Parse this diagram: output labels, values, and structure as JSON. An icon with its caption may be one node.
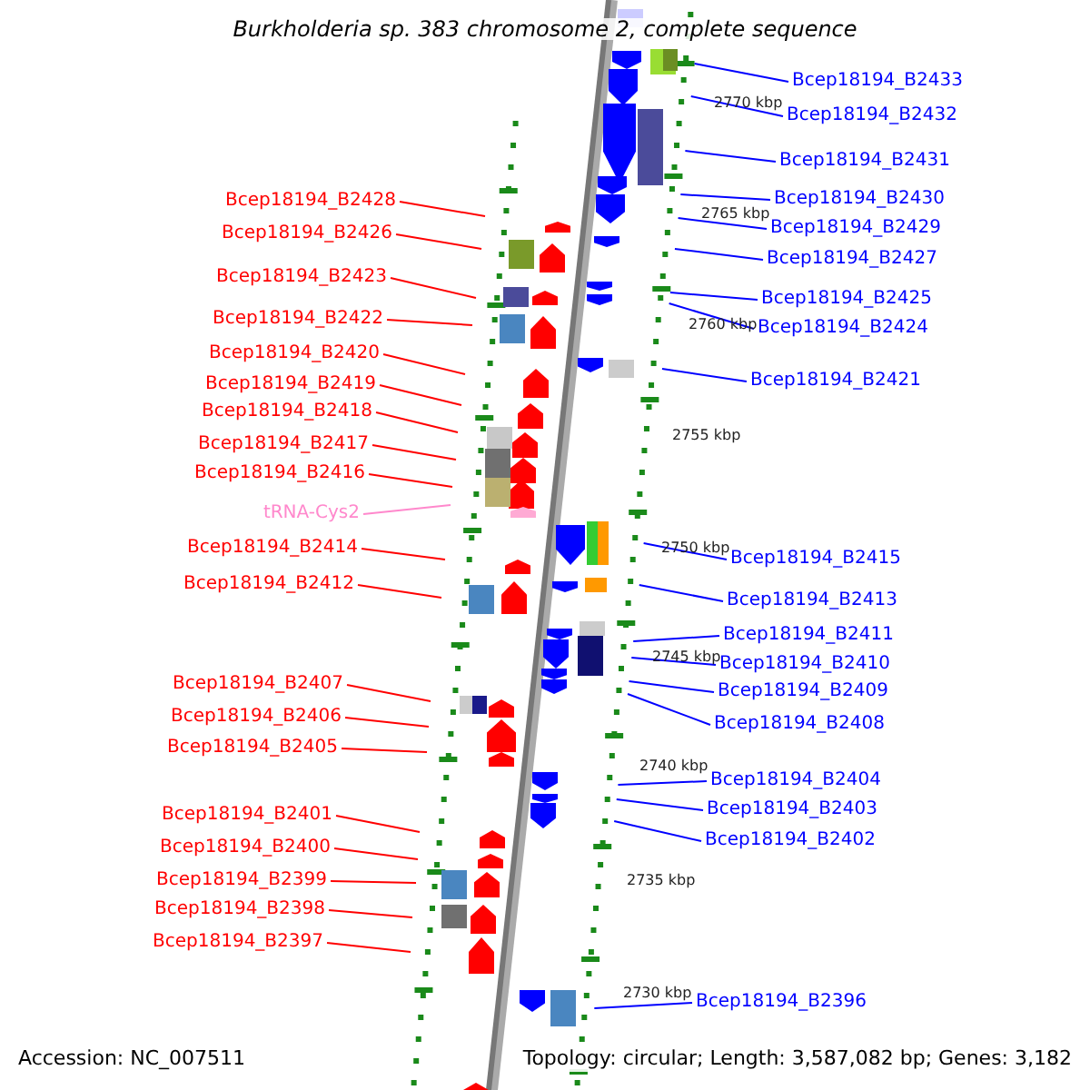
{
  "diagram": {
    "title": "Burkholderia sp. 383 chromosome 2, complete sequence",
    "nodes": [
      {
        "text": [
          "Bcep18194_B2428"
        ]
      },
      {
        "text": [
          "Bcep18194_B2426"
        ]
      },
      {
        "text": [
          "Bcep18194_B2423"
        ]
      },
      {
        "text": [
          "Bcep18194_B2422"
        ]
      },
      {
        "text": [
          "Bcep18194_B2420"
        ]
      },
      {
        "text": [
          "Bcep18194_B2419"
        ]
      },
      {
        "text": [
          "Bcep18194_B2418"
        ]
      },
      {
        "text": [
          "Bcep18194_B2417"
        ]
      },
      {
        "text": [
          "Bcep18194_B2416"
        ]
      },
      {
        "text": [
          "tRNA-Cys2"
        ]
      },
      {
        "text": [
          "Bcep18194_B2414"
        ]
      },
      {
        "text": [
          "Bcep18194_B2412"
        ]
      },
      {
        "text": [
          "Bcep18194_B2407"
        ]
      },
      {
        "text": [
          "Bcep18194_B2406"
        ]
      },
      {
        "text": [
          "Bcep18194_B2405"
        ]
      },
      {
        "text": [
          "Bcep18194_B2401"
        ]
      },
      {
        "text": [
          "Bcep18194_B2400"
        ]
      },
      {
        "text": [
          "Bcep18194_B2399"
        ]
      },
      {
        "text": [
          "Bcep18194_B2398"
        ]
      },
      {
        "text": [
          "Bcep18194_B2397"
        ]
      },
      {
        "text": [
          "Bcep18194_B2433"
        ]
      },
      {
        "text": [
          "Bcep18194_B2432"
        ]
      },
      {
        "text": [
          "Bcep18194_B2431"
        ]
      },
      {
        "text": [
          "Bcep18194_B2430"
        ]
      },
      {
        "text": [
          "Bcep18194_B2429"
        ]
      },
      {
        "text": [
          "Bcep18194_B2427"
        ]
      },
      {
        "text": [
          "Bcep18194_B2425"
        ]
      },
      {
        "text": [
          "Bcep18194_B2424"
        ]
      },
      {
        "text": [
          "Bcep18194_B2421"
        ]
      },
      {
        "text": [
          "Bcep18194_B2415"
        ]
      },
      {
        "text": [
          "Bcep18194_B2413"
        ]
      },
      {
        "text": [
          "Bcep18194_B2411"
        ]
      },
      {
        "text": [
          "Bcep18194_B2410"
        ]
      },
      {
        "text": [
          "Bcep18194_B2409"
        ]
      },
      {
        "text": [
          "Bcep18194_B2408"
        ]
      },
      {
        "text": [
          "Bcep18194_B2404"
        ]
      },
      {
        "text": [
          "Bcep18194_B2403"
        ]
      },
      {
        "text": [
          "Bcep18194_B2402"
        ]
      },
      {
        "text": [
          "Bcep18194_B2396"
        ]
      }
    ],
    "edges": [
      {
        "from": 0,
        "to": null,
        "arrow": "none"
      },
      {
        "from": 1,
        "to": null,
        "arrow": "none"
      },
      {
        "from": 2,
        "to": null,
        "arrow": "none"
      },
      {
        "from": 3,
        "to": null,
        "arrow": "none"
      },
      {
        "from": 4,
        "to": null,
        "arrow": "none"
      },
      {
        "from": 5,
        "to": null,
        "arrow": "none"
      },
      {
        "from": 6,
        "to": null,
        "arrow": "none"
      },
      {
        "from": 7,
        "to": null,
        "arrow": "none"
      },
      {
        "from": 8,
        "to": null,
        "arrow": "none"
      },
      {
        "from": 9,
        "to": null,
        "arrow": "none",
        "color": "#ff88cc"
      },
      {
        "from": 10,
        "to": null,
        "arrow": "none"
      },
      {
        "from": 11,
        "to": null,
        "arrow": "none"
      },
      {
        "from": 12,
        "to": null,
        "arrow": "none"
      },
      {
        "from": 13,
        "to": null,
        "arrow": "none"
      },
      {
        "from": 14,
        "to": null,
        "arrow": "none"
      },
      {
        "from": 15,
        "to": null,
        "arrow": "none"
      },
      {
        "from": 16,
        "to": null,
        "arrow": "none"
      },
      {
        "from": 17,
        "to": null,
        "arrow": "none"
      },
      {
        "from": 18,
        "to": null,
        "arrow": "none"
      },
      {
        "from": 19,
        "to": null,
        "arrow": "none"
      },
      {
        "from": 20,
        "to": null,
        "arrow": "none",
        "color": "#0000ff"
      },
      {
        "from": 21,
        "to": null,
        "arrow": "none",
        "color": "#0000ff"
      },
      {
        "from": 22,
        "to": null,
        "arrow": "none",
        "color": "#0000ff"
      },
      {
        "from": 23,
        "to": null,
        "arrow": "none",
        "color": "#0000ff"
      },
      {
        "from": 24,
        "to": null,
        "arrow": "none",
        "color": "#0000ff"
      },
      {
        "from": 25,
        "to": null,
        "arrow": "none",
        "color": "#0000ff"
      },
      {
        "from": 26,
        "to": null,
        "arrow": "none",
        "color": "#0000ff"
      },
      {
        "from": 27,
        "to": null,
        "arrow": "none",
        "color": "#0000ff"
      },
      {
        "from": 28,
        "to": null,
        "arrow": "none",
        "color": "#0000ff"
      },
      {
        "from": 29,
        "to": null,
        "arrow": "none",
        "color": "#0000ff"
      },
      {
        "from": 30,
        "to": null,
        "arrow": "none",
        "color": "#0000ff"
      },
      {
        "from": 31,
        "to": null,
        "arrow": "none",
        "color": "#0000ff"
      },
      {
        "from": 32,
        "to": null,
        "arrow": "none",
        "color": "#0000ff"
      },
      {
        "from": 33,
        "to": null,
        "arrow": "none",
        "color": "#0000ff"
      },
      {
        "from": 34,
        "to": null,
        "arrow": "none",
        "color": "#0000ff"
      },
      {
        "from": 35,
        "to": null,
        "arrow": "none",
        "color": "#0000ff"
      },
      {
        "from": 36,
        "to": null,
        "arrow": "none",
        "color": "#0000ff"
      },
      {
        "from": 37,
        "to": null,
        "arrow": "none",
        "color": "#0000ff"
      },
      {
        "from": 38,
        "to": null,
        "arrow": "none",
        "color": "#0000ff"
      }
    ],
    "labels": [
      "2770 kbp",
      "2765 kbp",
      "2760 kbp",
      "2755 kbp",
      "2750 kbp",
      "2745 kbp",
      "2740 kbp",
      "2735 kbp",
      "2730 kbp",
      "Accession: NC_007511",
      "Topology: circular; Length: 3,587,082 bp; Genes: 3,182"
    ]
  }
}
